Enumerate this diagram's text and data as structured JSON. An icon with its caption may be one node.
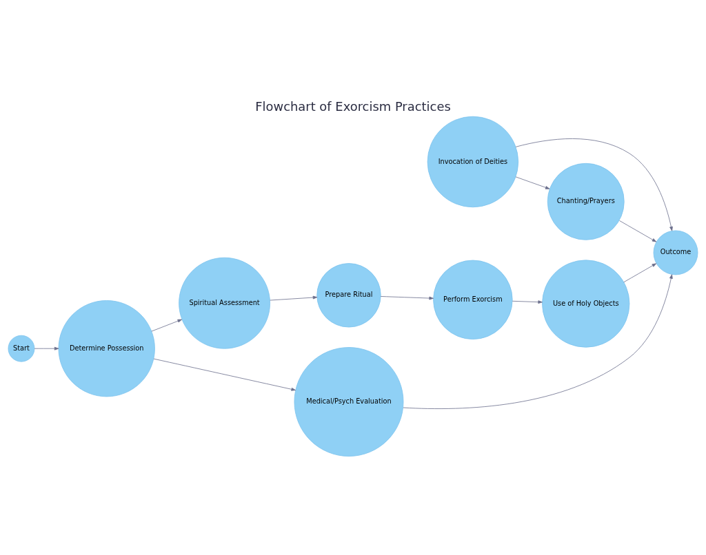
{
  "diagram": {
    "title": "Flowchart of Exorcism Practices",
    "nodes": [
      {
        "text": [
          "Spiritual Assessment"
        ]
      },
      {
        "text": [
          "Prepare Ritual"
        ]
      },
      {
        "text": [
          "Start"
        ]
      },
      {
        "text": [
          "Determine Possession"
        ]
      },
      {
        "text": [
          "Perform Exorcism"
        ]
      },
      {
        "text": [
          "Outcome"
        ]
      },
      {
        "text": [
          "Invocation of Deities"
        ]
      },
      {
        "text": [
          "Use of Holy Objects"
        ]
      },
      {
        "text": [
          "Chanting/Prayers"
        ]
      },
      {
        "text": [
          "Medical/Psych Evaluation"
        ]
      }
    ],
    "edges": [
      {
        "from": 2,
        "to": 3,
        "arrow": "to"
      },
      {
        "from": 3,
        "to": 0,
        "arrow": "to"
      },
      {
        "from": 0,
        "to": 1,
        "arrow": "to"
      },
      {
        "from": 1,
        "to": 4,
        "arrow": "to"
      },
      {
        "from": 3,
        "to": 9,
        "arrow": "to"
      },
      {
        "from": 4,
        "to": 7,
        "arrow": "to"
      },
      {
        "from": 7,
        "to": 5,
        "arrow": "to"
      },
      {
        "from": 6,
        "to": 5,
        "arrow": "to"
      },
      {
        "from": 6,
        "to": 8,
        "arrow": "to"
      },
      {
        "from": 8,
        "to": 5,
        "arrow": "to"
      },
      {
        "from": 9,
        "to": 5,
        "arrow": "to"
      }
    ]
  }
}
